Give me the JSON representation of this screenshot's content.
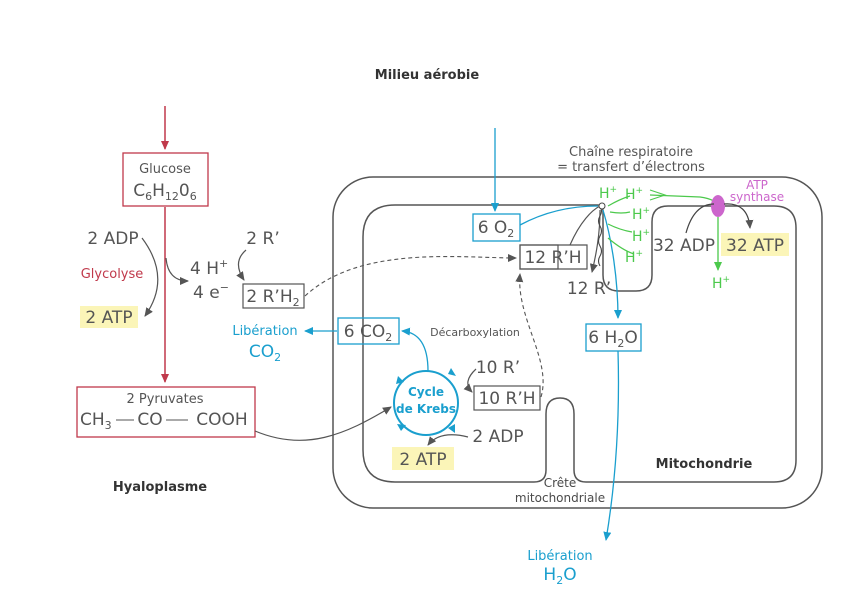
{
  "header": {
    "title": "Milieu aérobie"
  },
  "zones": {
    "hyaloplasme": "Hyaloplasme",
    "mitochondrie": "Mitochondrie",
    "crete_line1": "Crête",
    "crete_line2": "mitochondriale"
  },
  "glycolysis": {
    "glucose_label": "Glucose",
    "glucose_formula": {
      "c": "C",
      "c_n": "6",
      "h": "H",
      "h_n": "12",
      "o": "0",
      "o_n": "6"
    },
    "label": "Glycolyse",
    "adp": "2 ADP",
    "atp": "2 ATP",
    "h_plus": "4 H",
    "h_plus_sup": "+",
    "e_minus": "4 e",
    "e_minus_sup": "−",
    "r_prime": "2 R’",
    "r_h2_prefix": "2 R’H",
    "r_h2_sub": "2",
    "pyruvate_label": "2 Pyruvates",
    "pyruvate_formula": {
      "ch": "CH",
      "ch_n": "3",
      "co": "CO",
      "cooh": "COOH"
    }
  },
  "krebs": {
    "line1": "Cycle",
    "line2": "de Krebs",
    "decarboxylation": "Décarboxylation",
    "co2_box": {
      "prefix": "6 CO",
      "sub": "2"
    },
    "liberation_co2": "Libération",
    "co2": "CO",
    "co2_sub": "2",
    "r_prime": "10 R’",
    "rh_box": "10 R’H",
    "adp": "2 ADP",
    "atp": "2 ATP"
  },
  "respiratory_chain": {
    "title_line1": "Chaîne respiratoire",
    "title_line2": "= transfert d’électrons",
    "o2_box": {
      "prefix": "6 O",
      "sub": "2"
    },
    "rh_box": "12 R’H",
    "r_prime": "12 R’",
    "h2o_box": {
      "prefix": "6 H",
      "sub": "2",
      "suffix": "O"
    },
    "protons": [
      "H",
      "H",
      "H",
      "H",
      "H"
    ],
    "proton_sup": "+",
    "atp_synthase_line1": "ATP",
    "atp_synthase_line2": "synthase",
    "adp": "32 ADP",
    "atp": "32 ATP",
    "proton_out": "H",
    "proton_out_sup": "+",
    "liberation_h2o": "Libération",
    "h2o": {
      "h": "H",
      "sub": "2",
      "o": "O"
    }
  },
  "colors": {
    "glycolysis": "#c0394b",
    "aerobic": "#1a9fce",
    "proton": "#4cc94c",
    "synthase": "#cc66cc",
    "atp_highlight": "#fbf5b8",
    "line_gray": "#555555",
    "text_gray": "#4a4a4a"
  }
}
